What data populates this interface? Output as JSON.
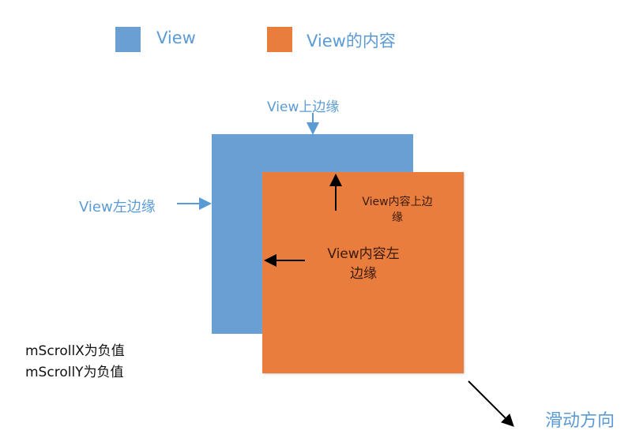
{
  "legend": [
    {
      "label": "View",
      "color": "#6a9fd4"
    },
    {
      "label": "View的内容",
      "color": "#e87d3e"
    }
  ],
  "labels": {
    "view_top": "View上边缘",
    "view_left": "View左边缘",
    "content_top_1": "View内容上边",
    "content_top_2": "缘",
    "content_left_1": "View内容左",
    "content_left_2": "边缘",
    "scroll_x": "mScrollX为负值",
    "scroll_y": "mScrollY为负值",
    "direction": "滑动方向"
  },
  "colors": {
    "view": "#6a9fd4",
    "content": "#e87d3e",
    "label_blue": "#5b9bd5"
  }
}
